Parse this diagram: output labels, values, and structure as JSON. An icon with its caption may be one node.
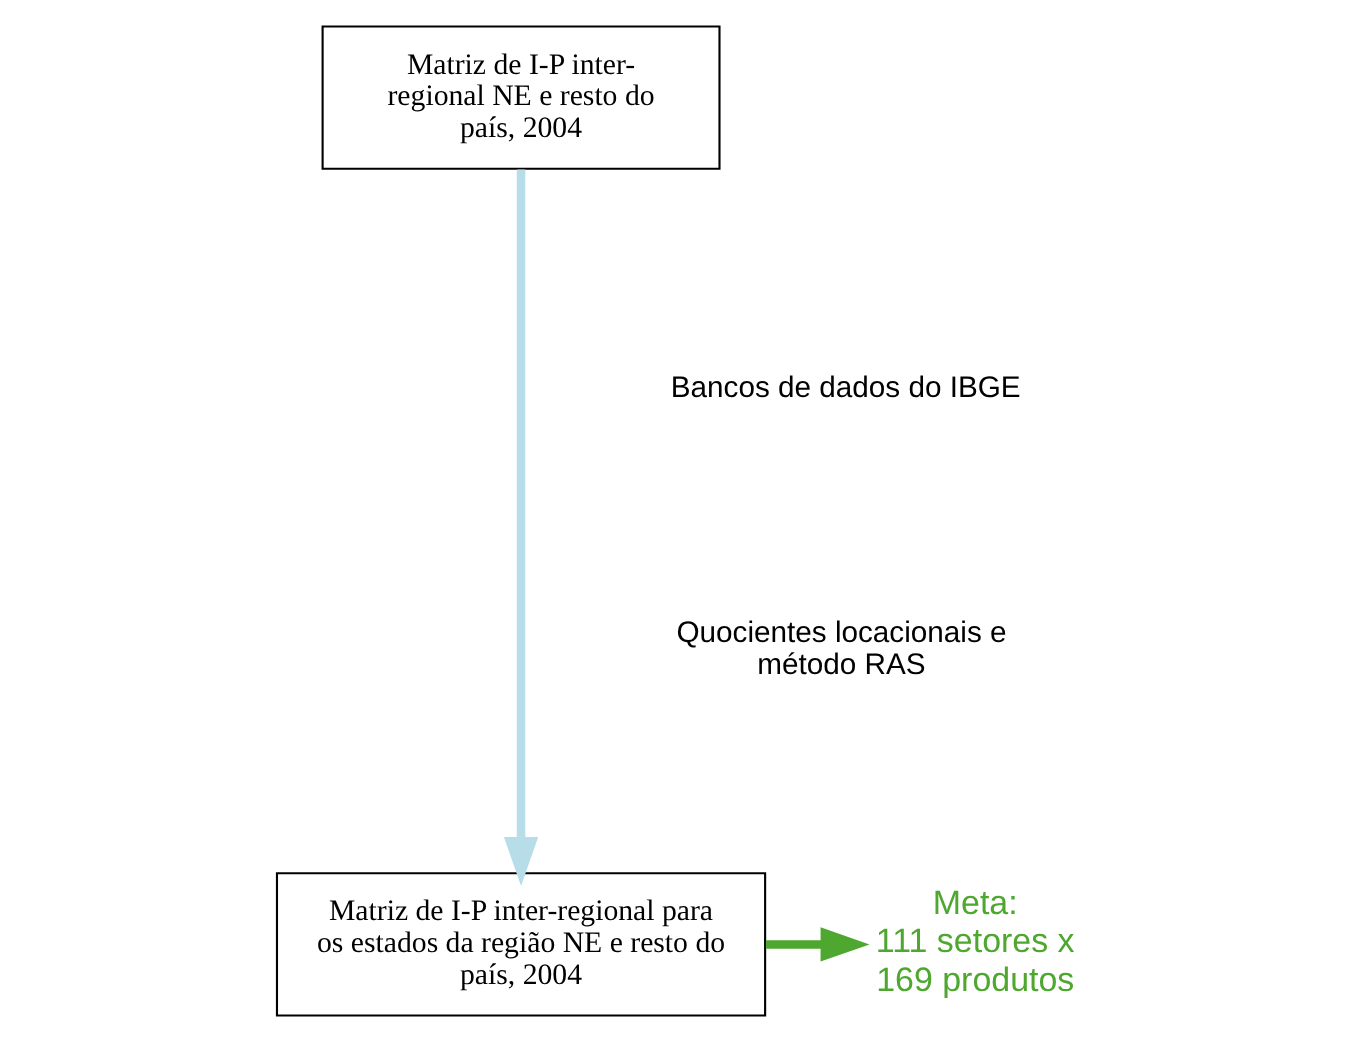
{
  "diagram": {
    "nodes": [
      {
        "text": [
          "Matriz de I-P inter-regional NE e resto do país, 2004"
        ]
      },
      {
        "text": [
          "Matriz de I-P inter-regional para os estados da região NE e resto do país, 2004"
        ]
      },
      {
        "text": [
          "Meta:",
          "111 setores x 169 produtos"
        ]
      }
    ],
    "edges": [
      {
        "from": 0,
        "to": 1,
        "arrow": "to",
        "color": "#b7dde8"
      },
      {
        "from": 1,
        "to": 2,
        "arrow": "to",
        "color": "#4ea72e"
      }
    ],
    "labels": [
      "Bancos de dados do IBGE",
      "Quocientes locacionais e método RAS"
    ]
  }
}
